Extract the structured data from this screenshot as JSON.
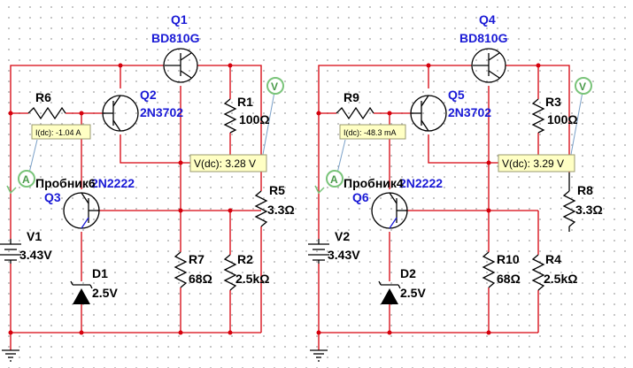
{
  "circuits": [
    {
      "q_top": {
        "ref": "Q1",
        "model": "BD810G"
      },
      "q_mid": {
        "ref": "Q2",
        "model": "2N3702"
      },
      "q_low": {
        "ref": "Q3",
        "model": "2N2222"
      },
      "r_base": {
        "ref": "R6"
      },
      "r_e": {
        "ref": "R1",
        "value": "100Ω"
      },
      "r_load": {
        "ref": "R5",
        "value": "3.3Ω"
      },
      "r_b7": {
        "ref": "R7",
        "value": "68Ω"
      },
      "r_b2": {
        "ref": "R2",
        "value": "2.5kΩ"
      },
      "source": {
        "ref": "V1",
        "value": "3.43V"
      },
      "diode": {
        "ref": "D1",
        "value": "2.5V"
      },
      "probe_label": "Пробник6",
      "current_probe": "I(dc): -1.04 A",
      "voltage_probe": "V(dc): 3.28 V"
    },
    {
      "q_top": {
        "ref": "Q4",
        "model": "BD810G"
      },
      "q_mid": {
        "ref": "Q5",
        "model": "2N3702"
      },
      "q_low": {
        "ref": "Q6",
        "model": "2N2222"
      },
      "r_base": {
        "ref": "R9"
      },
      "r_e": {
        "ref": "R3",
        "value": "100Ω"
      },
      "r_load": {
        "ref": "R8",
        "value": "3.3Ω"
      },
      "r_b7": {
        "ref": "R10",
        "value": "68Ω"
      },
      "r_b2": {
        "ref": "R4",
        "value": "2.5kΩ"
      },
      "source": {
        "ref": "V2",
        "value": "3.43V"
      },
      "diode": {
        "ref": "D2",
        "value": "2.5V"
      },
      "probe_label": "Пробник4",
      "current_probe": "I(dc): -48.3 mA",
      "voltage_probe": "V(dc): 3.29 V"
    }
  ],
  "probe_badges": {
    "voltmeter": "V",
    "ammeter": "A"
  },
  "colors": {
    "wire": "#d6000c",
    "component": "#000000",
    "label_blue": "#1a1ad6",
    "probe_bg": "#ffffc4",
    "probe_badge": "#7ac47a"
  }
}
